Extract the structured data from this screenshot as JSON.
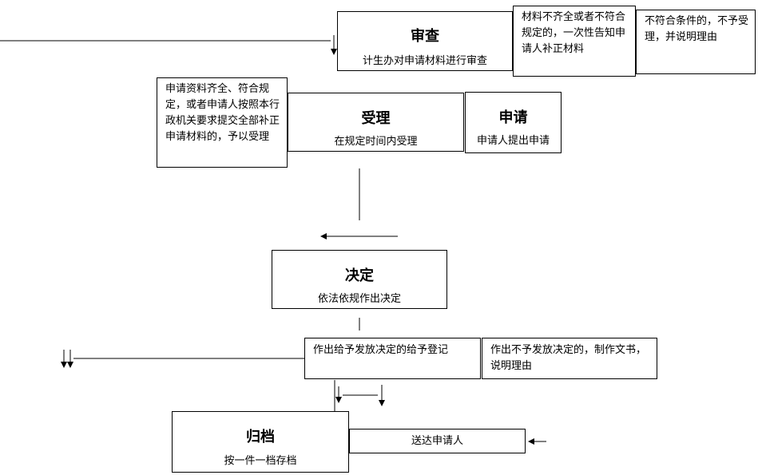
{
  "stages": {
    "review": {
      "title": "审查",
      "desc": "计生办对申请材料进行审查"
    },
    "accept": {
      "title": "受理",
      "desc": "在规定时间内受理"
    },
    "apply": {
      "title": "申请",
      "desc": "申请人提出申请"
    },
    "decide": {
      "title": "决定",
      "desc": "依法依规作出决定"
    },
    "archive": {
      "title": "归档",
      "desc": "按一件一档存档"
    }
  },
  "notes": {
    "incomplete": "材料不齐全或者不符合规定的，一次性告知申请人补正材料",
    "unqualified": "不符合条件的，不予受理，并说明理由",
    "complete": "申请资料齐全、符合规定，或者申请人按照本行政机关要求提交全部补正申请材料的，予以受理",
    "grant": "作出给予发放决定的给予登记",
    "deny": "作出不予发放决定的，制作文书，说明理由",
    "deliver": "送达申请人"
  }
}
